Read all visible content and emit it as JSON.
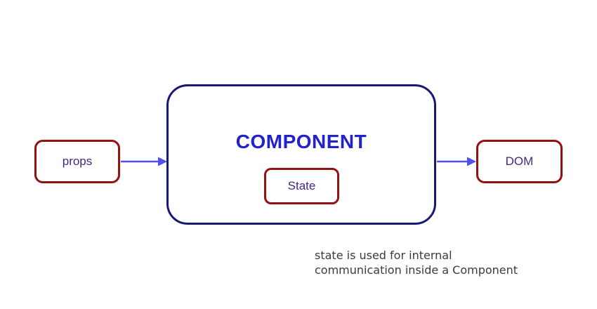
{
  "nodes": {
    "props": "props",
    "component": "COMPONENT",
    "state": "State",
    "dom": "DOM"
  },
  "caption": {
    "line1": "state is used for internal",
    "line2": "communication inside a Component"
  },
  "colors": {
    "background": "#ffffff",
    "red_box_border": "#921111",
    "component_border": "#191970",
    "component_title": "#2222cc",
    "node_label": "#432882",
    "arrow": "#5050f0",
    "caption_text": "#3b3b3b"
  }
}
